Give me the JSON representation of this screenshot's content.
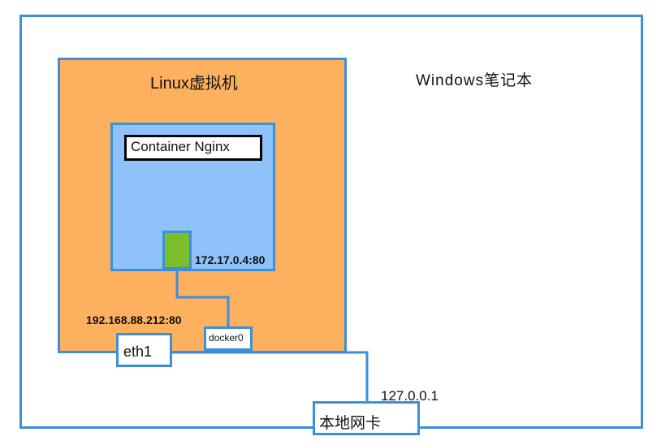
{
  "diagram": {
    "windows_label": "Windows笔记本",
    "linux_label": "Linux虚拟机",
    "container_label": "Container Nginx",
    "container_ip": "172.17.0.4:80",
    "host_ip": "192.168.88.212:80",
    "docker0_label": "docker0",
    "eth1_label": "eth1",
    "loopback_ip": "127.0.0.1",
    "local_nic_label": "本地网卡"
  },
  "colors": {
    "frame_border": "#3c8fd9",
    "vm_fill": "#fdb15f",
    "container_fill": "#8ec2f9",
    "port_fill": "#7bbd2a"
  }
}
